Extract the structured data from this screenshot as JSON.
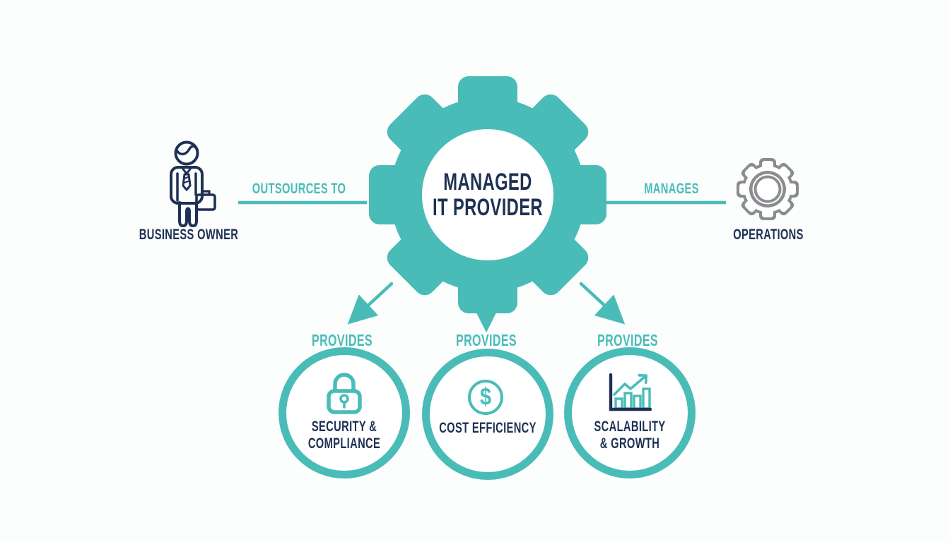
{
  "colors": {
    "teal": "#49BCB8",
    "navy": "#1E3154",
    "gray": "#8A8D90",
    "bg": "#FCFDFD"
  },
  "diagram": {
    "left": {
      "icon": "business-person-icon",
      "label": "BUSINESS OWNER",
      "connector_label": "OUTSOURCES TO"
    },
    "center": {
      "icon": "gear-icon",
      "title_line1": "MANAGED",
      "title_line2": "IT PROVIDER"
    },
    "right": {
      "connector_label": "MANAGES",
      "icon": "operations-gear-icon",
      "label": "OPERATIONS"
    },
    "provides_label": "PROVIDES",
    "benefits": [
      {
        "icon": "lock-icon",
        "label_line1": "SECURITY &",
        "label_line2": "COMPLIANCE"
      },
      {
        "icon": "dollar-icon",
        "label_line1": "COST EFFICIENCY",
        "label_line2": ""
      },
      {
        "icon": "growth-chart-icon",
        "label_line1": "SCALABILITY",
        "label_line2": "& GROWTH"
      }
    ],
    "dollar_symbol": "$"
  }
}
